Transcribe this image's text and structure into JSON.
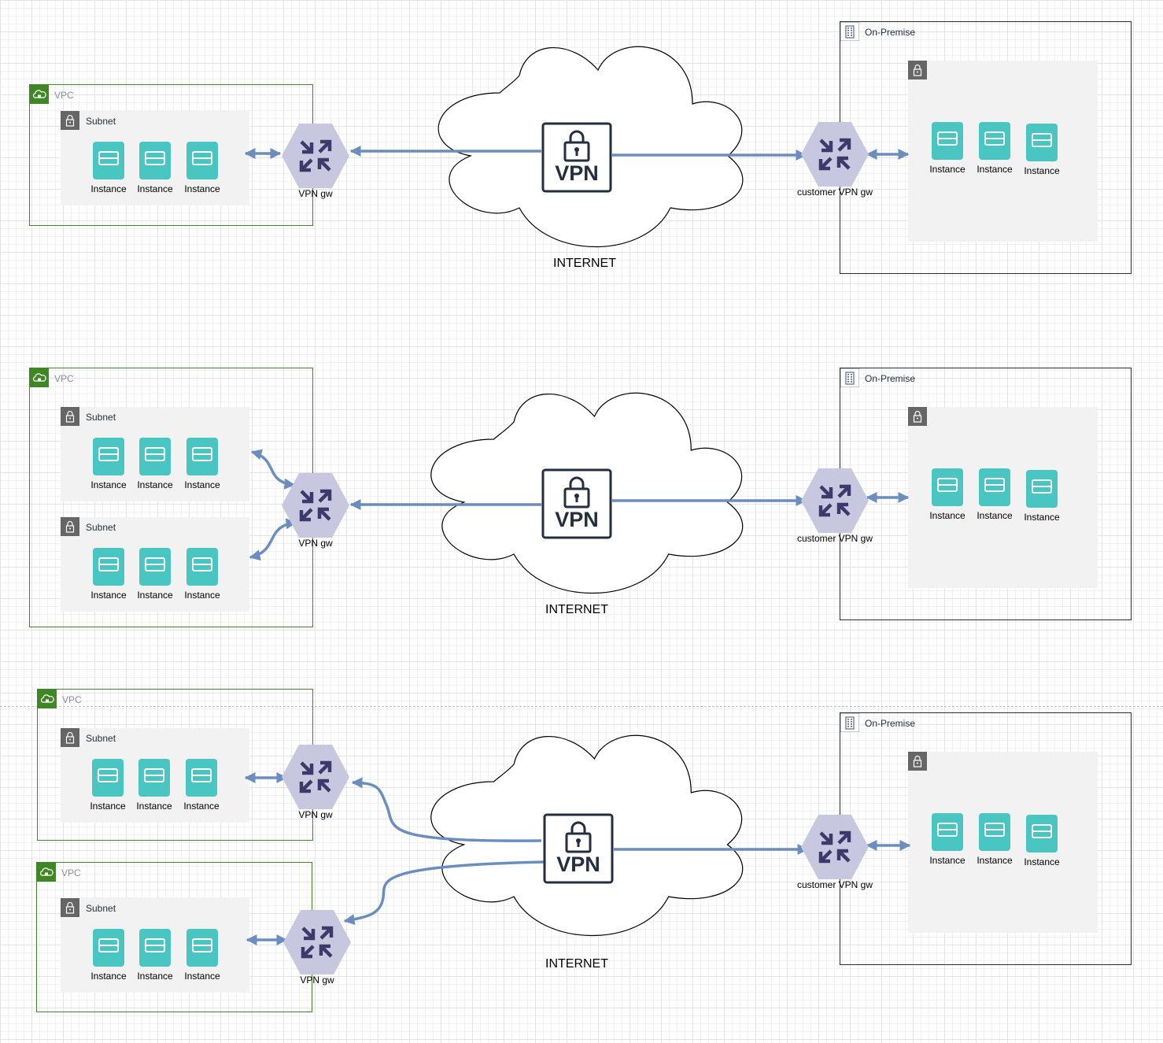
{
  "labels": {
    "vpc": "VPC",
    "subnet": "Subnet",
    "onprem": "On-Premise",
    "instance": "Instance",
    "vpn_gw": "VPN gw",
    "customer_vpn_gw": "customer VPN gw",
    "internet": "INTERNET",
    "vpn": "VPN"
  },
  "icons": {
    "vpc": "vpc-cloud-icon",
    "subnet": "lock-icon",
    "onprem": "building-icon",
    "instance": "instance-icon",
    "gateway": "router-icon",
    "vpn": "vpn-lock-icon"
  },
  "colors": {
    "vpc_border": "#3f8624",
    "onprem_border": "#232f3e",
    "subnet_fill": "#f2f2f2",
    "instance": "#4ac6c2",
    "router": "#c8c7e0",
    "router_arrows": "#3c3a6a",
    "connector": "#6c8ebf"
  },
  "scenarios": [
    {
      "vpcs": [
        {
          "label": "VPC",
          "subnets": [
            {
              "label": "Subnet",
              "instances": [
                "Instance",
                "Instance",
                "Instance"
              ]
            }
          ],
          "gateway": "VPN gw"
        }
      ],
      "internet": "INTERNET",
      "vpn": "VPN",
      "onprem": {
        "label": "On-Premise",
        "instances": [
          "Instance",
          "Instance",
          "Instance"
        ],
        "gateway": "customer VPN gw"
      }
    },
    {
      "vpcs": [
        {
          "label": "VPC",
          "subnets": [
            {
              "label": "Subnet",
              "instances": [
                "Instance",
                "Instance",
                "Instance"
              ]
            },
            {
              "label": "Subnet",
              "instances": [
                "Instance",
                "Instance",
                "Instance"
              ]
            }
          ],
          "gateway": "VPN gw"
        }
      ],
      "internet": "INTERNET",
      "vpn": "VPN",
      "onprem": {
        "label": "On-Premise",
        "instances": [
          "Instance",
          "Instance",
          "Instance"
        ],
        "gateway": "customer VPN gw"
      }
    },
    {
      "vpcs": [
        {
          "label": "VPC",
          "subnets": [
            {
              "label": "Subnet",
              "instances": [
                "Instance",
                "Instance",
                "Instance"
              ]
            }
          ],
          "gateway": "VPN gw"
        },
        {
          "label": "VPC",
          "subnets": [
            {
              "label": "Subnet",
              "instances": [
                "Instance",
                "Instance",
                "Instance"
              ]
            }
          ],
          "gateway": "VPN gw"
        }
      ],
      "internet": "INTERNET",
      "vpn": "VPN",
      "onprem": {
        "label": "On-Premise",
        "instances": [
          "Instance",
          "Instance",
          "Instance"
        ],
        "gateway": "customer VPN gw"
      }
    }
  ]
}
